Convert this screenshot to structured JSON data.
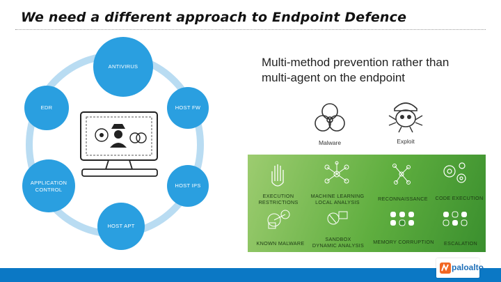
{
  "slide": {
    "title": "We need a different approach to Endpoint Defence",
    "subtitle_line1": "Multi-method prevention rather than",
    "subtitle_line2": "multi-agent on the endpoint"
  },
  "ring": {
    "color": "#2a9fe0",
    "ring_color": "#b9dcf2",
    "nodes": [
      {
        "id": "antivirus",
        "label": "ANTIVIRUS"
      },
      {
        "id": "host-fw",
        "label": "HOST FW"
      },
      {
        "id": "host-ips",
        "label": "HOST IPS"
      },
      {
        "id": "host-apt",
        "label": "HOST APT"
      },
      {
        "id": "application-control",
        "label_line1": "APPLICATION",
        "label_line2": "CONTROL"
      },
      {
        "id": "edr",
        "label": "EDR"
      }
    ]
  },
  "threats": {
    "malware_label": "Malware",
    "exploit_label": "Exploit",
    "malware_icon": "biohazard-icon",
    "exploit_icon": "skull-bug-icon"
  },
  "methods": {
    "top_row": [
      {
        "icon": "hand-icon",
        "line1": "EXECUTION",
        "line2": "RESTRICTIONS"
      },
      {
        "icon": "neural-network-icon",
        "line1": "MACHINE LEARNING",
        "line2": "LOCAL ANALYSIS"
      },
      {
        "icon": "network-nodes-icon",
        "line1": "RECONNAISSANCE",
        "line2": ""
      },
      {
        "icon": "gears-icon",
        "line1": "CODE EXECUTION",
        "line2": ""
      }
    ],
    "bottom_row": [
      {
        "icon": "malware-database-icon",
        "line1": "KNOWN MALWARE",
        "line2": ""
      },
      {
        "icon": "sandbox-icon",
        "line1": "SANDBOX",
        "line2": "DYNAMIC ANALYSIS"
      },
      {
        "icon": "memory-blocks-icon",
        "line1": "MEMORY CORRUPTION",
        "line2": ""
      },
      {
        "icon": "escalation-blocks-icon",
        "line1": "ESCALATION",
        "line2": ""
      }
    ]
  },
  "brand": {
    "logo_text": "paloalto",
    "bar_color": "#0b78c5"
  }
}
